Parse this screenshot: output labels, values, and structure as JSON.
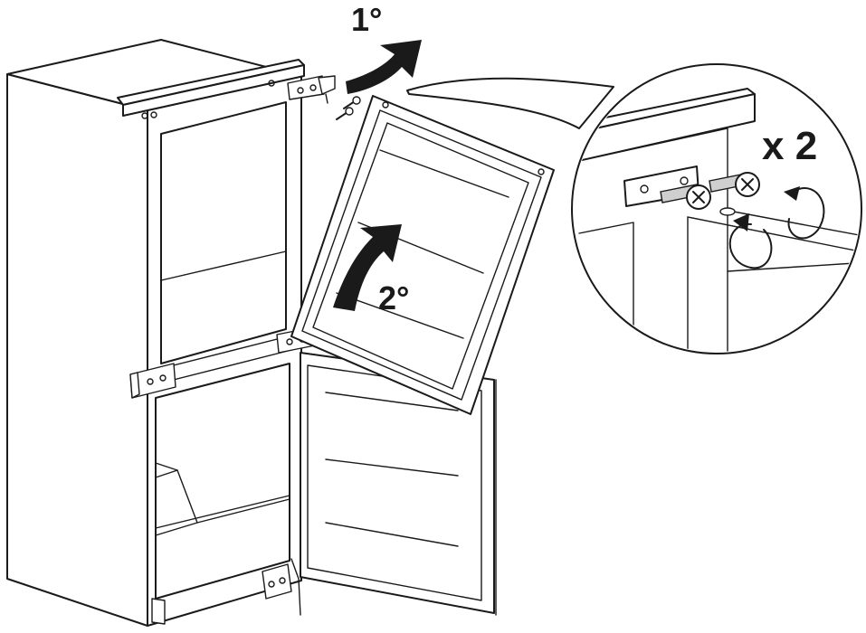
{
  "labels": {
    "step1": "1°",
    "step2": "2°",
    "multiplier": "x 2"
  },
  "icons": {
    "step1_arrow": "curved-arrow-icon",
    "step2_arrow": "curved-arrow-icon",
    "screw": "phillips-screw-icon",
    "rotate": "rotate-counterclockwise-icon"
  },
  "colors": {
    "line": "#1a1a1a",
    "background": "#ffffff"
  }
}
